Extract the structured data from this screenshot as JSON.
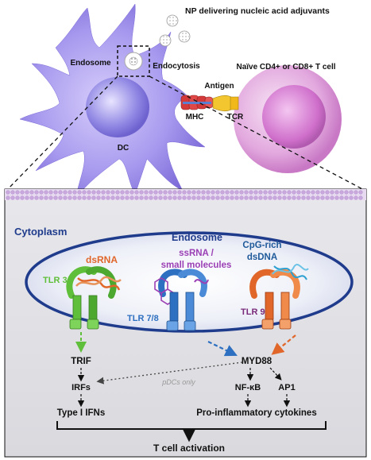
{
  "top": {
    "np_label": "NP delivering nucleic acid adjuvants",
    "endosome_label": "Endosome",
    "endocytosis_label": "Endocytosis",
    "tcell_label": "Naïve CD4+ or CD8+ T cell",
    "antigen_label": "Antigen",
    "mhc_label": "MHC",
    "tcr_label": "TCR",
    "dc_label": "DC"
  },
  "detail": {
    "cytoplasm_label": "Cytoplasm",
    "endosome_title": "Endosome",
    "dsrna_label": "dsRNA",
    "ssrna_label_1": "ssRNA /",
    "ssrna_label_2": "small molecules",
    "cpg_label_1": "CpG-rich",
    "cpg_label_2": "dsDNA",
    "tlr3_label": "TLR 3",
    "tlr78_label": "TLR 7/8",
    "tlr9_label": "TLR 9"
  },
  "pathway": {
    "trif": "TRIF",
    "myd88": "MYD88",
    "pdc_note": "pDCs only",
    "irfs": "IRFs",
    "nfkb": "NF-κB",
    "ap1": "AP1",
    "type1_ifns": "Type I IFNs",
    "proinflam": "Pro-inflammatory cytokines",
    "tcell_activation": "T cell activation"
  },
  "colors": {
    "dc_purple": "#9b8ee0",
    "tcell_pink": "#d99bd6",
    "endosome_blue": "#1f3b8c",
    "dsrna_orange": "#e0662a",
    "ssrna_purple": "#9b3fb5",
    "cpg_blue": "#2a6db0",
    "tlr3_green": "#5fbf3a",
    "tlr78_blue": "#2d6fc0",
    "tlr9_purple": "#7a2a7a",
    "cytoplasm_title": "#1f3b8c"
  }
}
